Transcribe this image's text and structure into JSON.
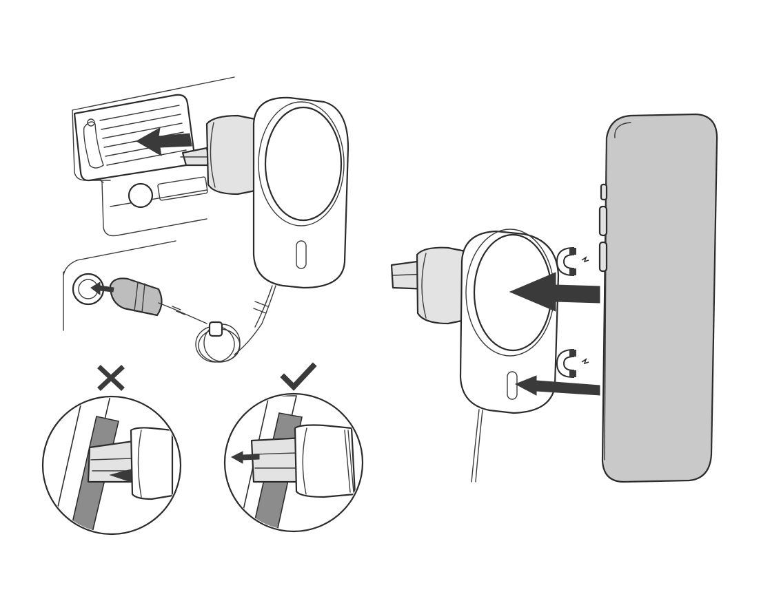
{
  "figure": {
    "panels": [
      {
        "id": "vent-install",
        "icon": "arrow-into-vent-icon"
      },
      {
        "id": "wrong-clip",
        "status_icon": "cross-icon"
      },
      {
        "id": "correct-clip",
        "status_icon": "check-icon"
      },
      {
        "id": "magnetic-attach",
        "icons": [
          "magnet-icon",
          "magnet-icon"
        ]
      }
    ],
    "colors": {
      "ink": "#2b2b2b",
      "phone_fill": "#c9c9c9",
      "mount_fill": "#e3e3e3",
      "arrow": "#3a3a3a"
    }
  }
}
